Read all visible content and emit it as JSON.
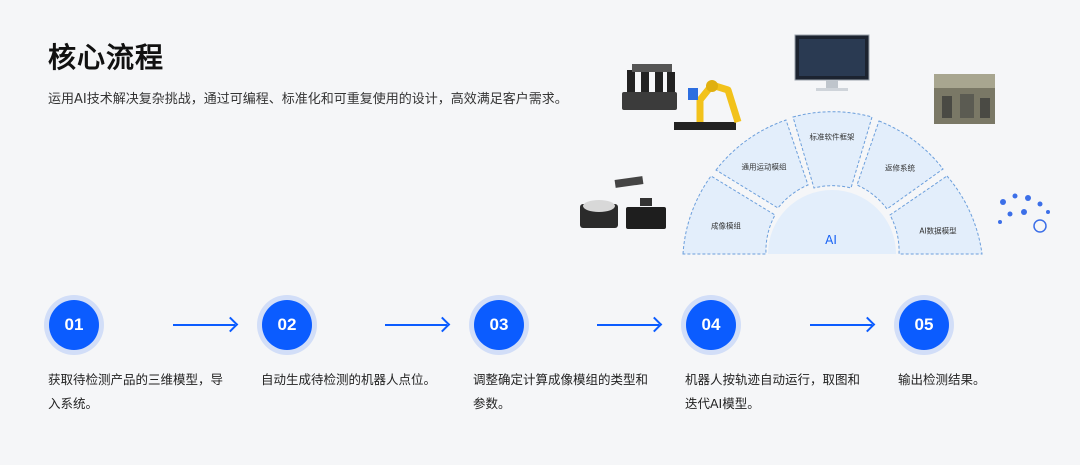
{
  "header": {
    "title": "核心流程",
    "subtitle": "运用AI技术解决复杂挑战，通过可编程、标准化和可重复使用的设计，高效满足客户需求。"
  },
  "arc": {
    "center_label": "AI",
    "segments": [
      {
        "label": "成像模组"
      },
      {
        "label": "通用运动模组"
      },
      {
        "label": "标准软件框架"
      },
      {
        "label": "返修系统"
      },
      {
        "label": "AI数据模型"
      }
    ]
  },
  "steps": [
    {
      "number": "01",
      "text": "获取待检测产品的三维模型，导入系统。"
    },
    {
      "number": "02",
      "text": "自动生成待检测的机器人点位。"
    },
    {
      "number": "03",
      "text": "调整确定计算成像模组的类型和参数。"
    },
    {
      "number": "04",
      "text": "机器人按轨迹自动运行，取图和迭代AI模型。"
    },
    {
      "number": "05",
      "text": "输出检测结果。"
    }
  ],
  "colors": {
    "accent": "#0b5cff",
    "arc_fill": "#e3eefb",
    "arc_stroke": "#6c9fdc"
  }
}
